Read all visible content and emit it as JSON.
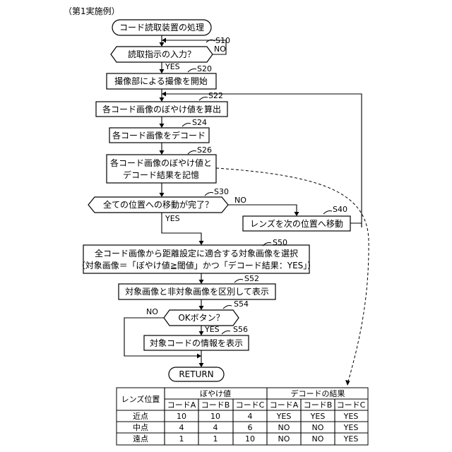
{
  "caption": "（第1実施例）",
  "start_label": "コード読取装置の処理",
  "end_label": "RETURN",
  "steps": {
    "s10": {
      "id": "S10",
      "text": "読取指示の入力？",
      "yes": "YES",
      "no": "NO"
    },
    "s20": {
      "id": "S20",
      "text": "撮像部による撮像を開始"
    },
    "s22": {
      "id": "S22",
      "text": "各コード画像のぼやけ値を算出"
    },
    "s24": {
      "id": "S24",
      "text": "各コード画像をデコード"
    },
    "s26": {
      "id": "S26",
      "line1": "各コード画像のぼやけ値と",
      "line2": "デコード結果を記憶"
    },
    "s30": {
      "id": "S30",
      "text": "全ての位置への移動が完了？",
      "yes": "YES",
      "no": "NO"
    },
    "s40": {
      "id": "S40",
      "text": "レンズを次の位置へ移動"
    },
    "s50": {
      "id": "S50",
      "line1": "全コード画像から距離設定に適合する対象画像を選択",
      "line2": "（対象画像＝「ぼやけ値≧閾値」かつ「デコード結果：YES」）"
    },
    "s52": {
      "id": "S52",
      "text": "対象画像と非対象画像を区別して表示"
    },
    "s54": {
      "id": "S54",
      "text": "OKボタン？",
      "yes": "YES",
      "no": "NO"
    },
    "s56": {
      "id": "S56",
      "text": "対象コードの情報を表示"
    }
  },
  "table": {
    "corner": "レンズ位置",
    "group1": "ぼやけ値",
    "group2": "デコードの結果",
    "columns": [
      "コードA",
      "コードB",
      "コードC",
      "コードA",
      "コードB",
      "コードC"
    ],
    "rows": [
      {
        "label": "近点",
        "cells": [
          "10",
          "10",
          "4",
          "YES",
          "YES",
          "YES"
        ]
      },
      {
        "label": "中点",
        "cells": [
          "4",
          "4",
          "6",
          "NO",
          "NO",
          "YES"
        ]
      },
      {
        "label": "遠点",
        "cells": [
          "1",
          "1",
          "10",
          "NO",
          "NO",
          "YES"
        ]
      }
    ]
  }
}
